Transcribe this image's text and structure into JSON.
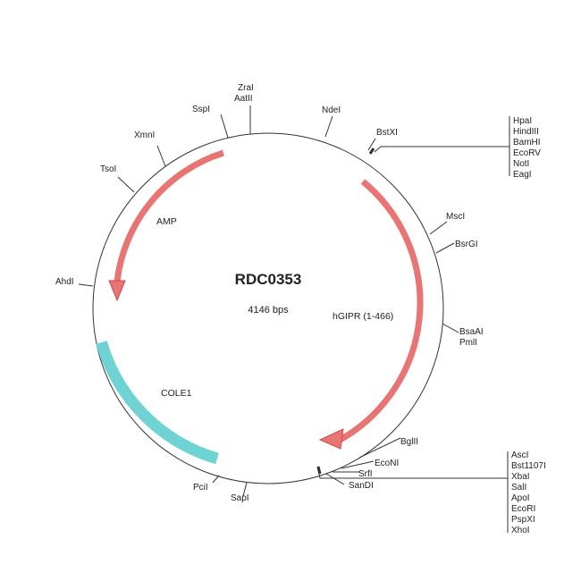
{
  "plasmid": {
    "name": "RDC0353",
    "size": "4146 bps"
  },
  "features": [
    {
      "name": "AMP",
      "color": "#e87474"
    },
    {
      "name": "hGIPR (1-466)",
      "color": "#e87474"
    },
    {
      "name": "COLE1",
      "color": "#6fd3d3"
    }
  ],
  "sites": {
    "zrai": "ZraI",
    "aatii": "AatII",
    "sspi": "SspI",
    "ndei": "NdeI",
    "bstxi": "BstXI",
    "xmni": "XmnI",
    "tsoi": "TsoI",
    "ahdi": "AhdI",
    "msci": "MscI",
    "bsrgi": "BsrGI",
    "bsaai": "BsaAI",
    "pmli": "PmlI",
    "bglii": "BglII",
    "econi": "EcoNI",
    "srfi": "SrfI",
    "sandi": "SanDI",
    "sapi": "SapI",
    "pcii": "PciI"
  },
  "mcs_top": [
    "HpaI",
    "HindIII",
    "BamHI",
    "EcoRV",
    "NotI",
    "EagI"
  ],
  "mcs_bottom": [
    "AscI",
    "Bst1107I",
    "XbaI",
    "SalI",
    "ApoI",
    "EcoRI",
    "PspXI",
    "XhoI"
  ]
}
